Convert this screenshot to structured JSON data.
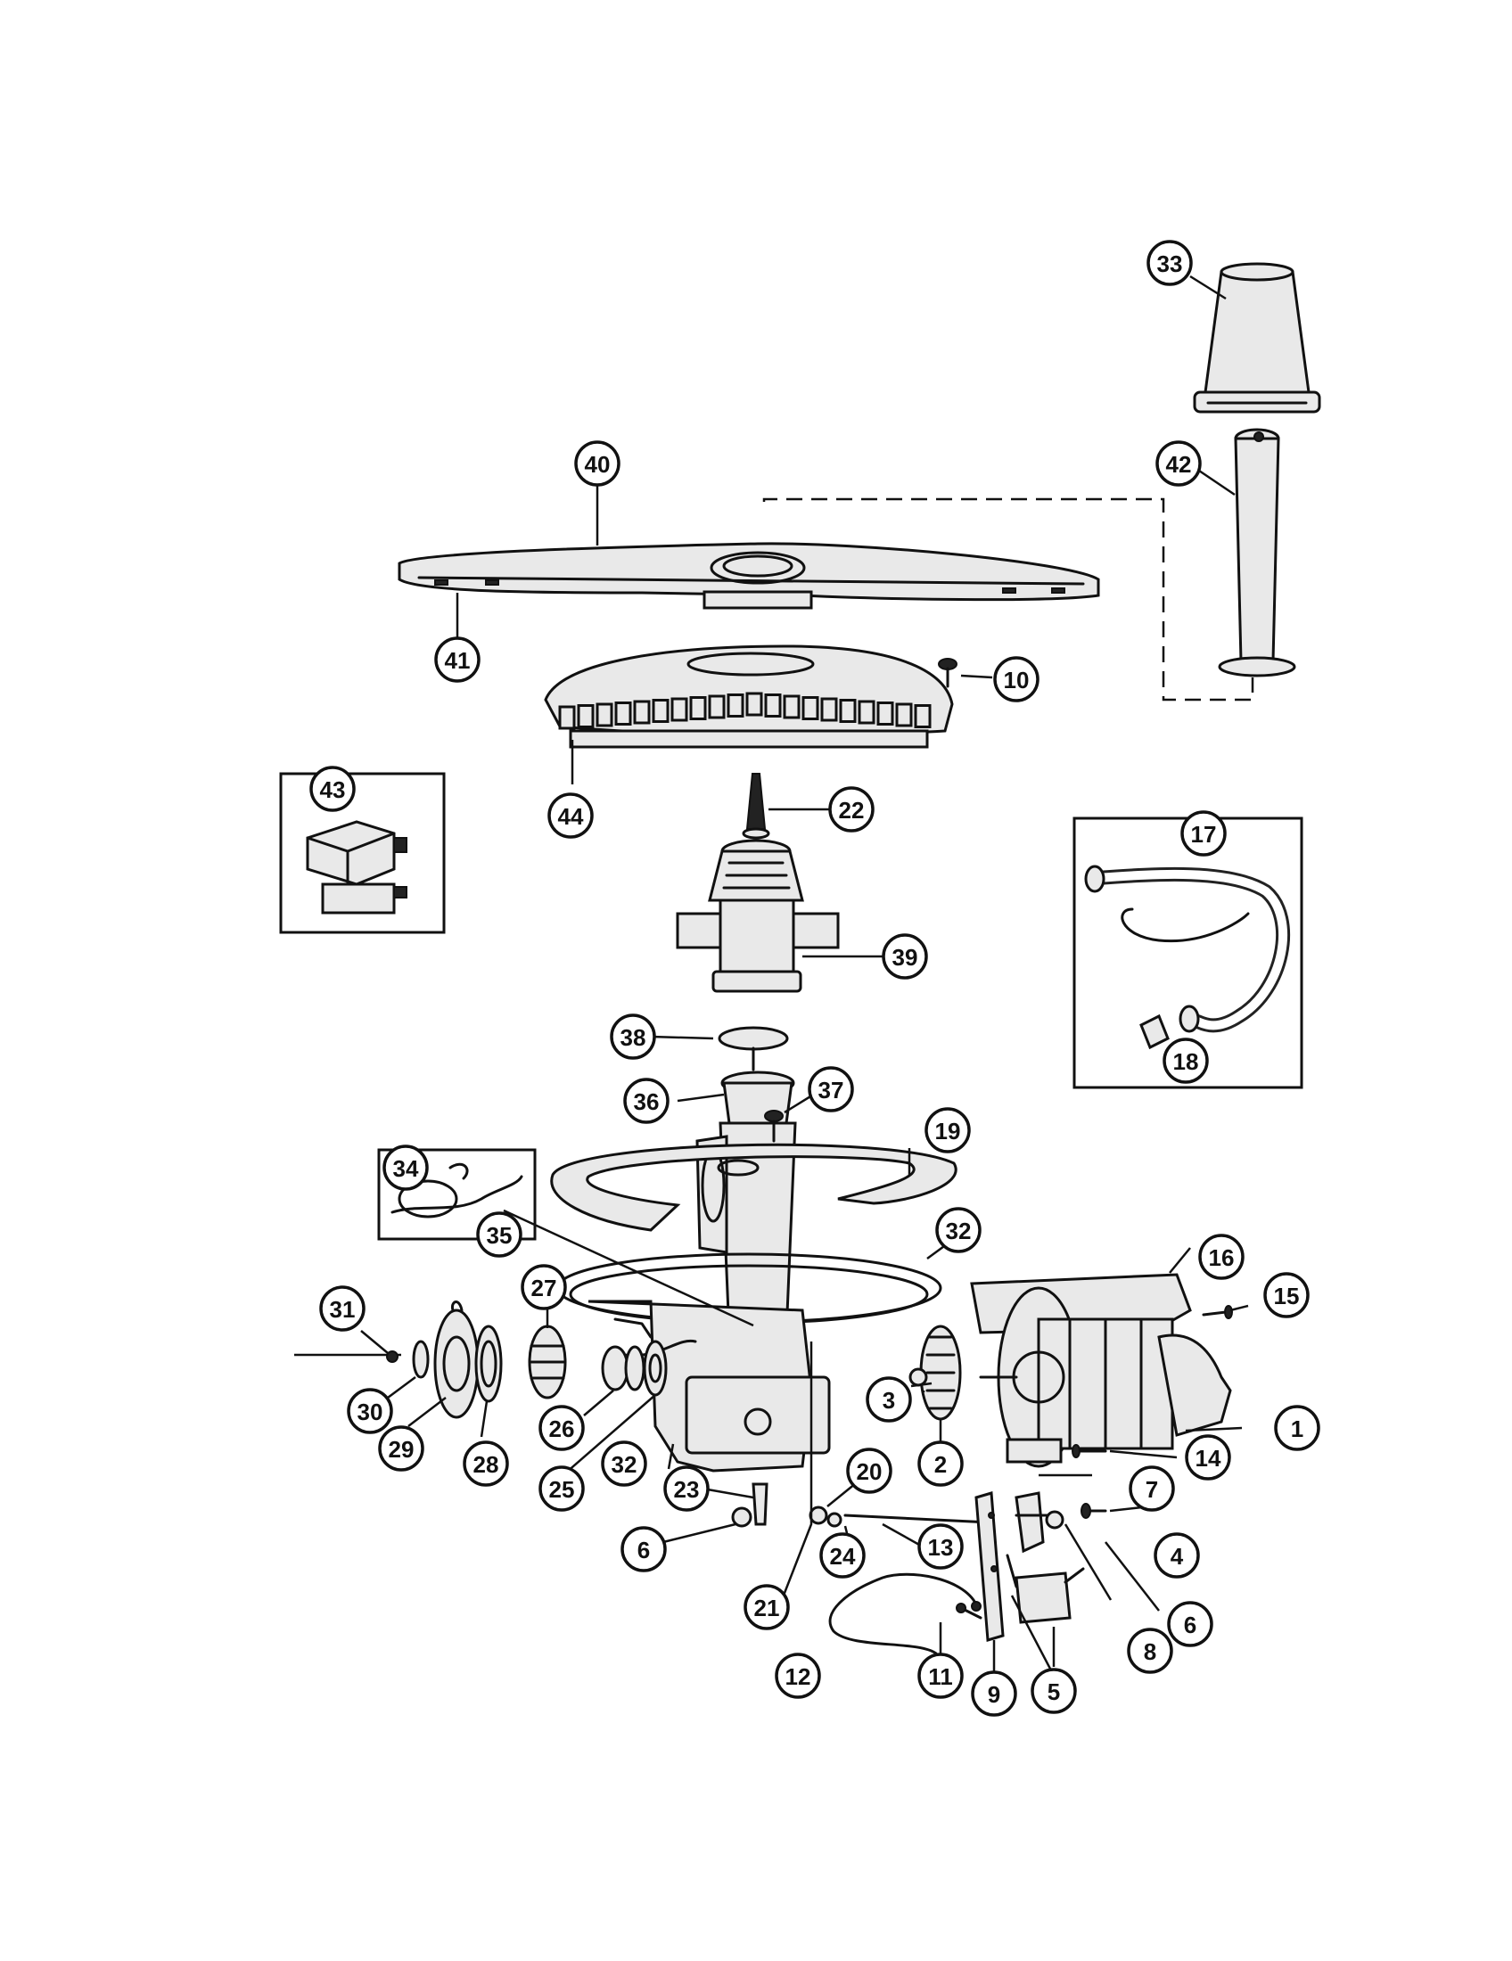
{
  "diagram": {
    "callouts": [
      {
        "id": "c1",
        "label": "1"
      },
      {
        "id": "c2",
        "label": "2"
      },
      {
        "id": "c3",
        "label": "3"
      },
      {
        "id": "c4",
        "label": "4"
      },
      {
        "id": "c5",
        "label": "5"
      },
      {
        "id": "c6a",
        "label": "6"
      },
      {
        "id": "c6b",
        "label": "6"
      },
      {
        "id": "c7",
        "label": "7"
      },
      {
        "id": "c8",
        "label": "8"
      },
      {
        "id": "c9",
        "label": "9"
      },
      {
        "id": "c10",
        "label": "10"
      },
      {
        "id": "c11",
        "label": "11"
      },
      {
        "id": "c12",
        "label": "12"
      },
      {
        "id": "c13",
        "label": "13"
      },
      {
        "id": "c14",
        "label": "14"
      },
      {
        "id": "c15",
        "label": "15"
      },
      {
        "id": "c16",
        "label": "16"
      },
      {
        "id": "c17",
        "label": "17"
      },
      {
        "id": "c18",
        "label": "18"
      },
      {
        "id": "c19",
        "label": "19"
      },
      {
        "id": "c20",
        "label": "20"
      },
      {
        "id": "c21",
        "label": "21"
      },
      {
        "id": "c22",
        "label": "22"
      },
      {
        "id": "c23",
        "label": "23"
      },
      {
        "id": "c24",
        "label": "24"
      },
      {
        "id": "c25",
        "label": "25"
      },
      {
        "id": "c26",
        "label": "26"
      },
      {
        "id": "c27",
        "label": "27"
      },
      {
        "id": "c28",
        "label": "28"
      },
      {
        "id": "c29",
        "label": "29"
      },
      {
        "id": "c30",
        "label": "30"
      },
      {
        "id": "c31",
        "label": "31"
      },
      {
        "id": "c32a",
        "label": "32"
      },
      {
        "id": "c32b",
        "label": "32"
      },
      {
        "id": "c33",
        "label": "33"
      },
      {
        "id": "c34",
        "label": "34"
      },
      {
        "id": "c35",
        "label": "35"
      },
      {
        "id": "c36",
        "label": "36"
      },
      {
        "id": "c37",
        "label": "37"
      },
      {
        "id": "c38",
        "label": "38"
      },
      {
        "id": "c39",
        "label": "39"
      },
      {
        "id": "c40",
        "label": "40"
      },
      {
        "id": "c41",
        "label": "41"
      },
      {
        "id": "c42",
        "label": "42"
      },
      {
        "id": "c43",
        "label": "43"
      },
      {
        "id": "c44",
        "label": "44"
      }
    ]
  }
}
